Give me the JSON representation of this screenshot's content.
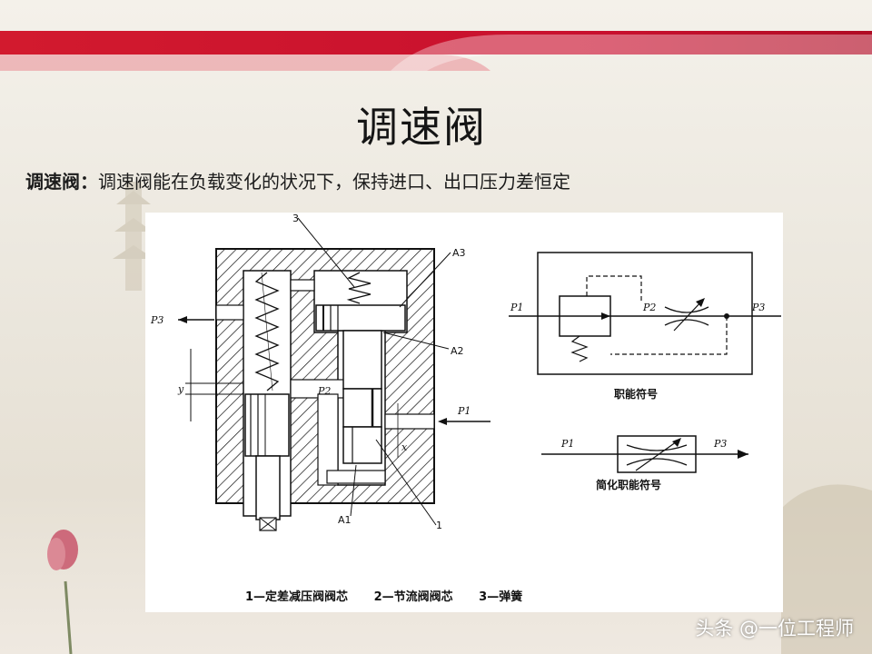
{
  "slide": {
    "title": "调速阀",
    "subtitle_lead": "调速阀：",
    "subtitle_text": "调速阀能在负载变化的状况下，保持进口、出口压力差恒定",
    "watermark": "头条 @一位工程师"
  },
  "diagram": {
    "labels": {
      "spring_num": "3",
      "a3": "A3",
      "a2": "A2",
      "a1": "A1",
      "core_num": "1",
      "p3_left": "P3",
      "p2_mid": "P2",
      "p1_right": "P1",
      "y": "y",
      "x": "x"
    },
    "symbol_full": {
      "p1": "P1",
      "p2": "P2",
      "p3": "P3",
      "caption": "职能符号"
    },
    "symbol_simple": {
      "p1": "P1",
      "p3": "P3",
      "caption": "简化职能符号"
    },
    "legend": [
      "1—定差减压阀阀芯",
      "2—节流阀阀芯",
      "3—弹簧"
    ]
  },
  "colors": {
    "banner_red": "#c8102e",
    "title_text": "#151515"
  }
}
